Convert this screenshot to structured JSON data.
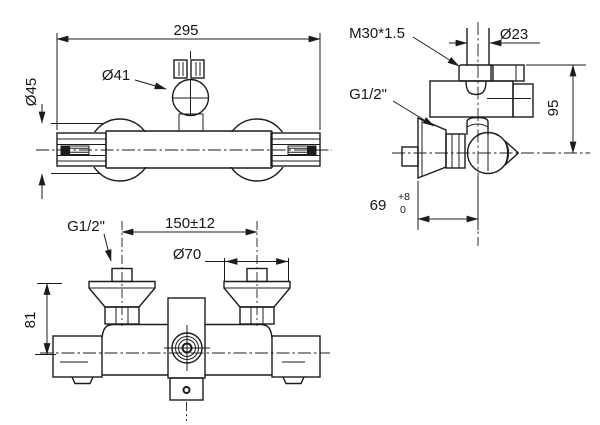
{
  "front_view": {
    "width_dim": "295",
    "body_diameter": "Ø45",
    "knob_diameter": "Ø41"
  },
  "side_view": {
    "top_thread": "M30*1.5",
    "stem_diameter": "Ø23",
    "inlet_thread": "G1/2\"",
    "height_dim": "95",
    "wall_distance": "69",
    "wall_distance_tol_upper": "+8",
    "wall_distance_tol_lower": "0"
  },
  "top_view": {
    "inlet_thread": "G1/2\"",
    "center_distance": "150±12",
    "escutcheon_diameter": "Ø70",
    "height_dim": "81"
  },
  "colors": {
    "line": "#1c1c1c",
    "background": "#ffffff"
  }
}
